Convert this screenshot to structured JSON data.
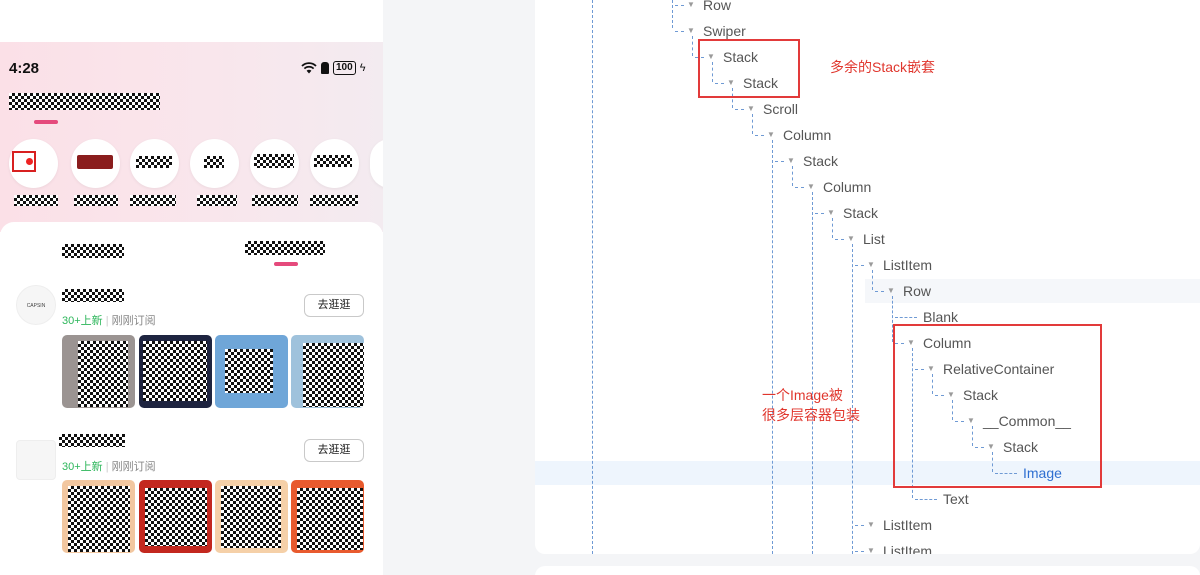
{
  "phone": {
    "status_time": "4:28",
    "battery": "100",
    "store_sub_new": "30+上新",
    "store_sub_sep": "|",
    "store_sub_status": "刚刚订阅",
    "visit_button_label": "去逛逛",
    "first_store_logo": "CAPSIN"
  },
  "tree": {
    "nodes": [
      {
        "label": "Row"
      },
      {
        "label": "Swiper"
      },
      {
        "label": "Stack"
      },
      {
        "label": "Stack"
      },
      {
        "label": "Scroll"
      },
      {
        "label": "Column"
      },
      {
        "label": "Stack"
      },
      {
        "label": "Column"
      },
      {
        "label": "Stack"
      },
      {
        "label": "List"
      },
      {
        "label": "ListItem"
      },
      {
        "label": "Row"
      },
      {
        "label": "Blank"
      },
      {
        "label": "Column"
      },
      {
        "label": "RelativeContainer"
      },
      {
        "label": "Stack"
      },
      {
        "label": "__Common__"
      },
      {
        "label": "Stack"
      },
      {
        "label": "Image"
      },
      {
        "label": "Text"
      },
      {
        "label": "ListItem"
      },
      {
        "label": "ListItem"
      }
    ]
  },
  "annotations": {
    "stack_nesting": "多余的Stack嵌套",
    "image_line1": "一个Image被",
    "image_line2": "很多层容器包装"
  },
  "colors": {
    "accent_pink": "#e54a7c",
    "annotation_red": "#e0362d",
    "selected_blue": "#2f6fd1",
    "new_green": "#2cb65a"
  }
}
